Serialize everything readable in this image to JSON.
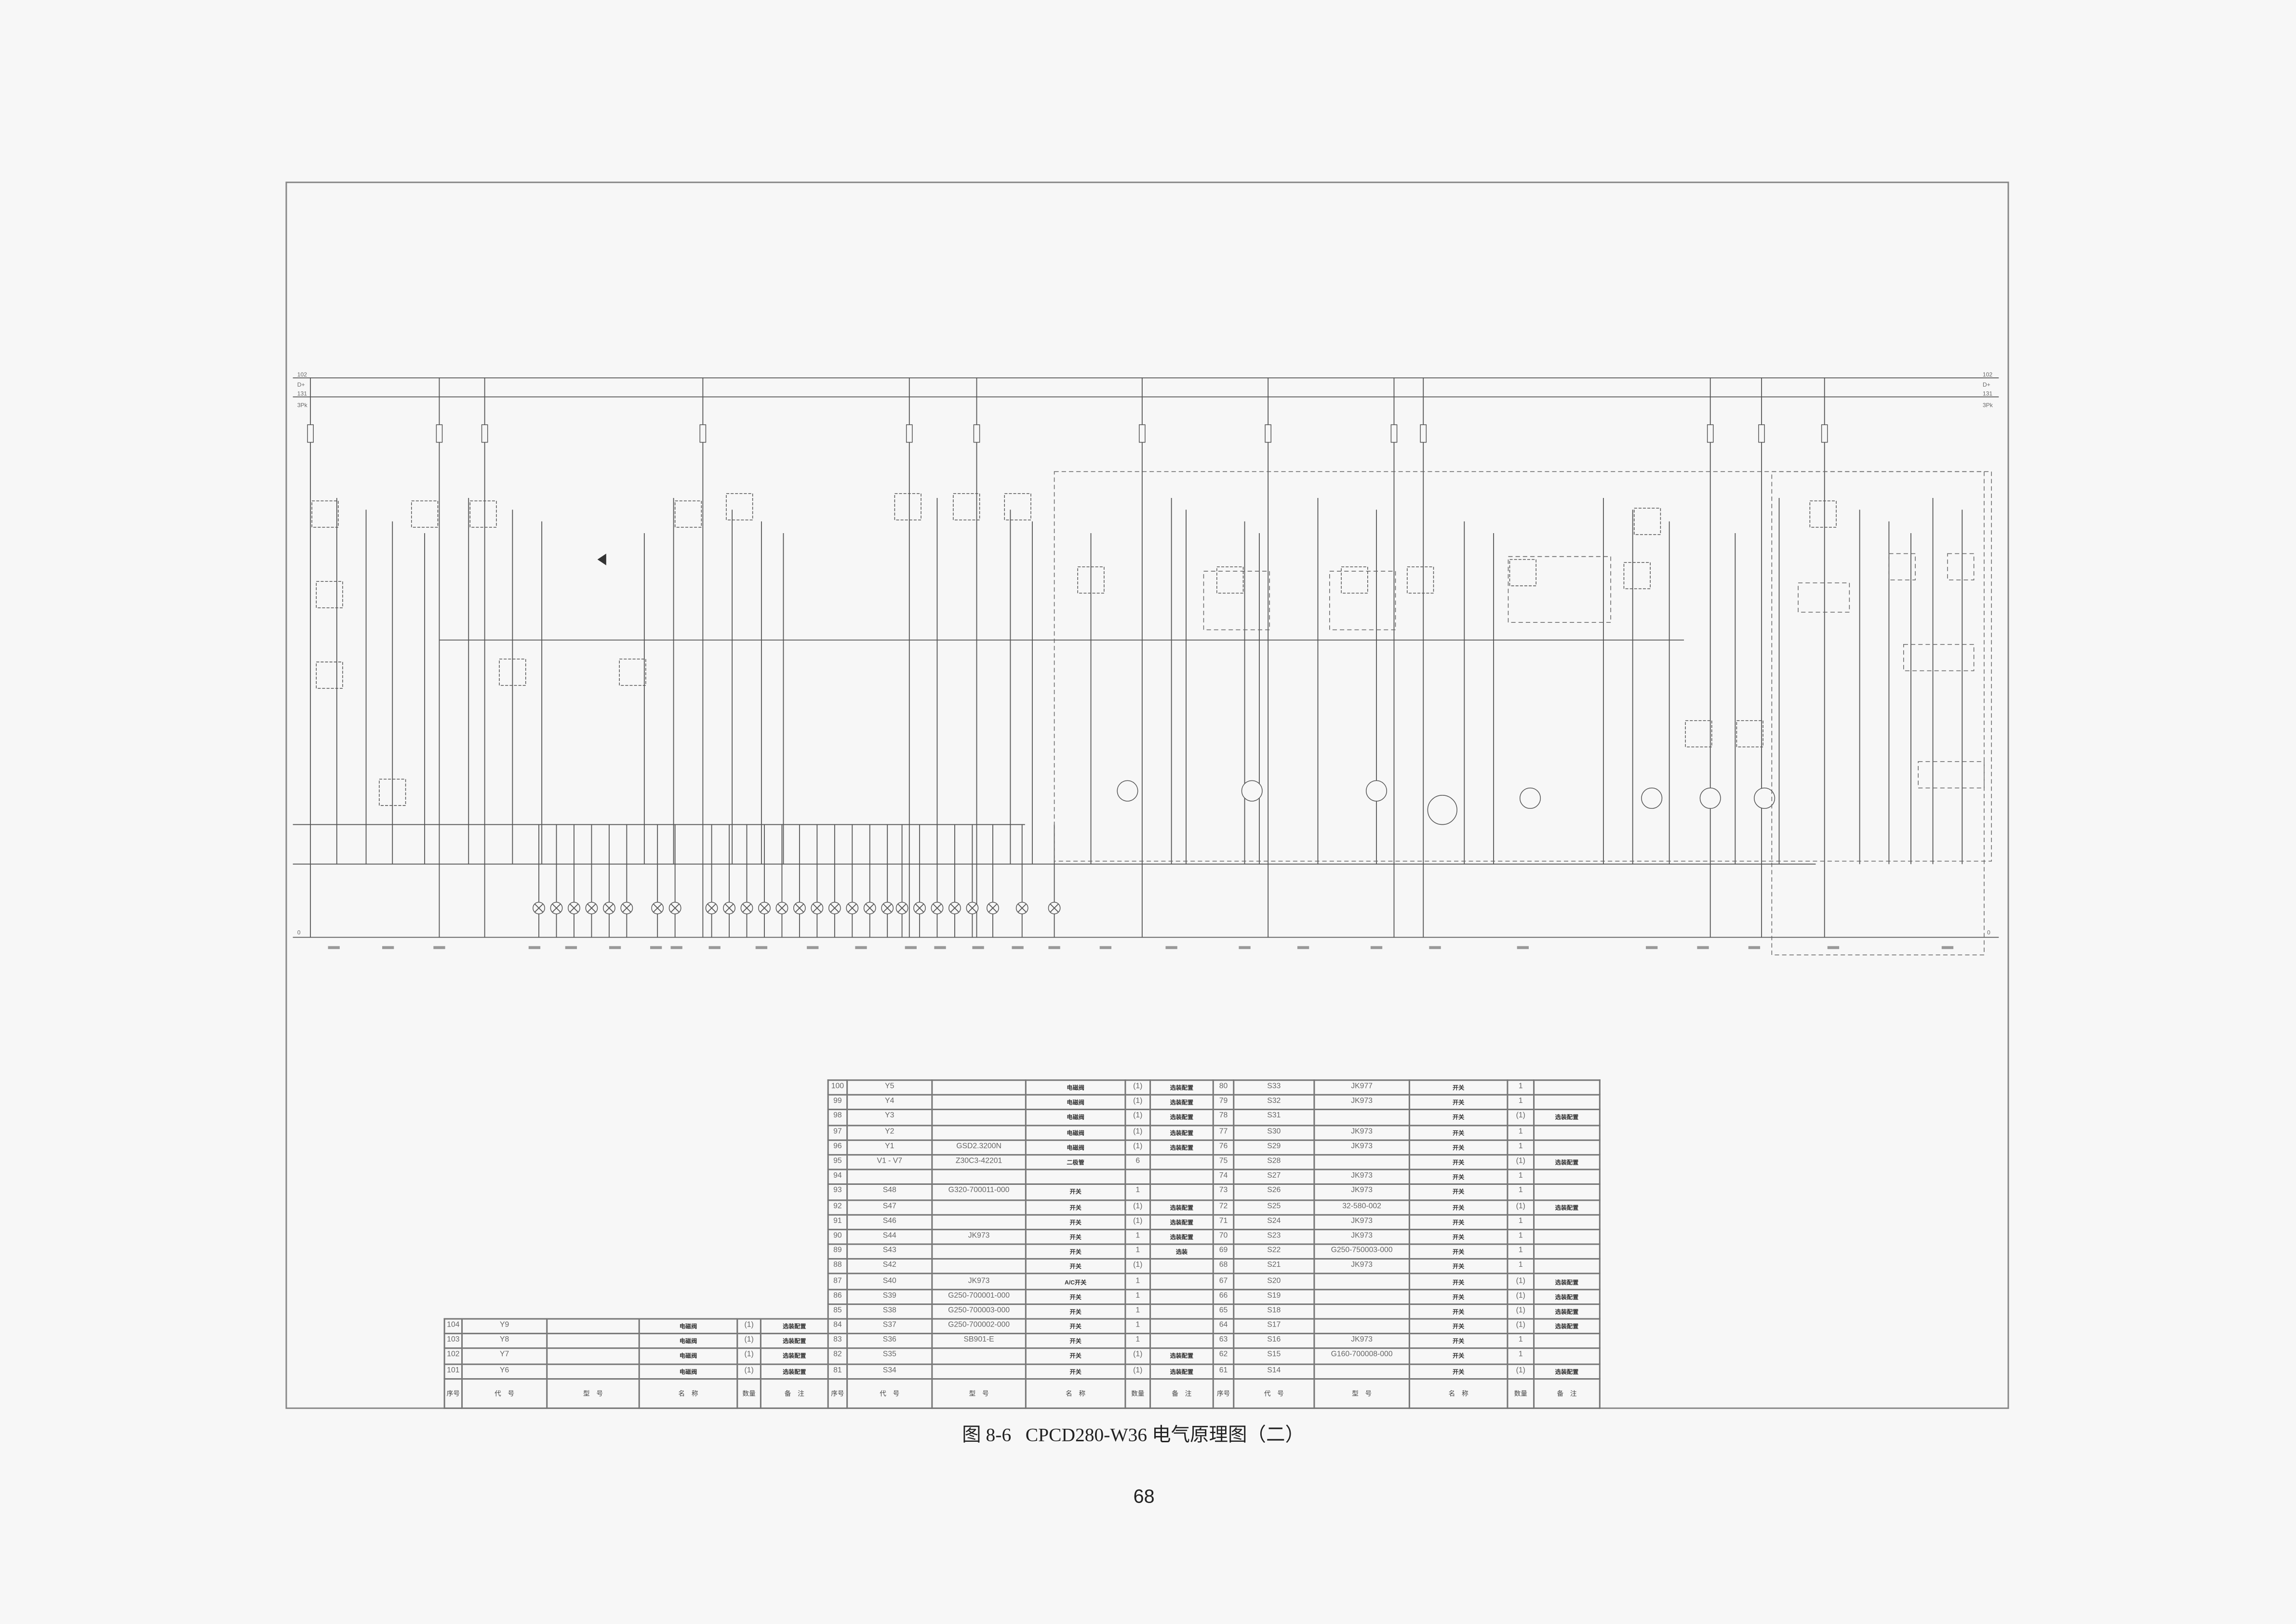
{
  "figure": {
    "caption": "图 8-6   CPCD280-W36 电气原理图（二）",
    "page_number": "68"
  },
  "schematic": {
    "bus_labels": [
      "102",
      "D+",
      "131",
      "3Pk",
      "0"
    ]
  },
  "parts_table": {
    "headers": [
      "序号",
      "代　号",
      "型　号",
      "名　称",
      "数量",
      "备　注"
    ],
    "left_block": [
      {
        "no": "104",
        "code": "Y9",
        "model": "",
        "name": "电磁阀",
        "qty": "(1)",
        "remark": "选装配置"
      },
      {
        "no": "103",
        "code": "Y8",
        "model": "",
        "name": "电磁阀",
        "qty": "(1)",
        "remark": "选装配置"
      },
      {
        "no": "102",
        "code": "Y7",
        "model": "",
        "name": "电磁阀",
        "qty": "(1)",
        "remark": "选装配置"
      },
      {
        "no": "101",
        "code": "Y6",
        "model": "",
        "name": "电磁阀",
        "qty": "(1)",
        "remark": "选装配置"
      }
    ],
    "main_left": [
      {
        "no": "100",
        "code": "Y5",
        "model": "",
        "name": "电磁阀",
        "qty": "(1)",
        "remark": "选装配置"
      },
      {
        "no": "99",
        "code": "Y4",
        "model": "",
        "name": "电磁阀",
        "qty": "(1)",
        "remark": "选装配置"
      },
      {
        "no": "98",
        "code": "Y3",
        "model": "",
        "name": "电磁阀",
        "qty": "(1)",
        "remark": "选装配置"
      },
      {
        "no": "97",
        "code": "Y2",
        "model": "",
        "name": "电磁阀",
        "qty": "(1)",
        "remark": "选装配置"
      },
      {
        "no": "96",
        "code": "Y1",
        "model": "GSD2.3200N",
        "name": "电磁阀",
        "qty": "(1)",
        "remark": "选装配置"
      },
      {
        "no": "95",
        "code": "V1 - V7",
        "model": "Z30C3-42201",
        "name": "二极管",
        "qty": "6",
        "remark": ""
      },
      {
        "no": "94",
        "code": "",
        "model": "",
        "name": "",
        "qty": "",
        "remark": ""
      },
      {
        "no": "93",
        "code": "S48",
        "model": "G320-700011-000",
        "name": "开关",
        "qty": "1",
        "remark": ""
      },
      {
        "no": "92",
        "code": "S47",
        "model": "",
        "name": "开关",
        "qty": "(1)",
        "remark": "选装配置"
      },
      {
        "no": "91",
        "code": "S46",
        "model": "",
        "name": "开关",
        "qty": "(1)",
        "remark": "选装配置"
      },
      {
        "no": "90",
        "code": "S44",
        "model": "JK973",
        "name": "开关",
        "qty": "1",
        "remark": "选装配置"
      },
      {
        "no": "89",
        "code": "S43",
        "model": "",
        "name": "开关",
        "qty": "1",
        "remark": "选装"
      },
      {
        "no": "88",
        "code": "S42",
        "model": "",
        "name": "开关",
        "qty": "(1)",
        "remark": ""
      },
      {
        "no": "87",
        "code": "S40",
        "model": "JK973",
        "name": "A/C开关",
        "qty": "1",
        "remark": ""
      },
      {
        "no": "86",
        "code": "S39",
        "model": "G250-700001-000",
        "name": "开关",
        "qty": "1",
        "remark": ""
      },
      {
        "no": "85",
        "code": "S38",
        "model": "G250-700003-000",
        "name": "开关",
        "qty": "1",
        "remark": ""
      },
      {
        "no": "84",
        "code": "S37",
        "model": "G250-700002-000",
        "name": "开关",
        "qty": "1",
        "remark": ""
      },
      {
        "no": "83",
        "code": "S36",
        "model": "SB901-E",
        "name": "开关",
        "qty": "1",
        "remark": ""
      },
      {
        "no": "82",
        "code": "S35",
        "model": "",
        "name": "开关",
        "qty": "(1)",
        "remark": "选装配置"
      },
      {
        "no": "81",
        "code": "S34",
        "model": "",
        "name": "开关",
        "qty": "(1)",
        "remark": "选装配置"
      }
    ],
    "main_right": [
      {
        "no": "80",
        "code": "S33",
        "model": "JK977",
        "name": "开关",
        "qty": "1",
        "remark": ""
      },
      {
        "no": "79",
        "code": "S32",
        "model": "JK973",
        "name": "开关",
        "qty": "1",
        "remark": ""
      },
      {
        "no": "78",
        "code": "S31",
        "model": "",
        "name": "开关",
        "qty": "(1)",
        "remark": "选装配置"
      },
      {
        "no": "77",
        "code": "S30",
        "model": "JK973",
        "name": "开关",
        "qty": "1",
        "remark": ""
      },
      {
        "no": "76",
        "code": "S29",
        "model": "JK973",
        "name": "开关",
        "qty": "1",
        "remark": ""
      },
      {
        "no": "75",
        "code": "S28",
        "model": "",
        "name": "开关",
        "qty": "(1)",
        "remark": "选装配置"
      },
      {
        "no": "74",
        "code": "S27",
        "model": "JK973",
        "name": "开关",
        "qty": "1",
        "remark": ""
      },
      {
        "no": "73",
        "code": "S26",
        "model": "JK973",
        "name": "开关",
        "qty": "1",
        "remark": ""
      },
      {
        "no": "72",
        "code": "S25",
        "model": "32-580-002",
        "name": "开关",
        "qty": "(1)",
        "remark": "选装配置"
      },
      {
        "no": "71",
        "code": "S24",
        "model": "JK973",
        "name": "开关",
        "qty": "1",
        "remark": ""
      },
      {
        "no": "70",
        "code": "S23",
        "model": "JK973",
        "name": "开关",
        "qty": "1",
        "remark": ""
      },
      {
        "no": "69",
        "code": "S22",
        "model": "G250-750003-000",
        "name": "开关",
        "qty": "1",
        "remark": ""
      },
      {
        "no": "68",
        "code": "S21",
        "model": "JK973",
        "name": "开关",
        "qty": "1",
        "remark": ""
      },
      {
        "no": "67",
        "code": "S20",
        "model": "",
        "name": "开关",
        "qty": "(1)",
        "remark": "选装配置"
      },
      {
        "no": "66",
        "code": "S19",
        "model": "",
        "name": "开关",
        "qty": "(1)",
        "remark": "选装配置"
      },
      {
        "no": "65",
        "code": "S18",
        "model": "",
        "name": "开关",
        "qty": "(1)",
        "remark": "选装配置"
      },
      {
        "no": "64",
        "code": "S17",
        "model": "",
        "name": "开关",
        "qty": "(1)",
        "remark": "选装配置"
      },
      {
        "no": "63",
        "code": "S16",
        "model": "JK973",
        "name": "开关",
        "qty": "1",
        "remark": ""
      },
      {
        "no": "62",
        "code": "S15",
        "model": "G160-700008-000",
        "name": "开关",
        "qty": "1",
        "remark": ""
      },
      {
        "no": "61",
        "code": "S14",
        "model": "",
        "name": "开关",
        "qty": "(1)",
        "remark": "选装配置"
      }
    ]
  }
}
